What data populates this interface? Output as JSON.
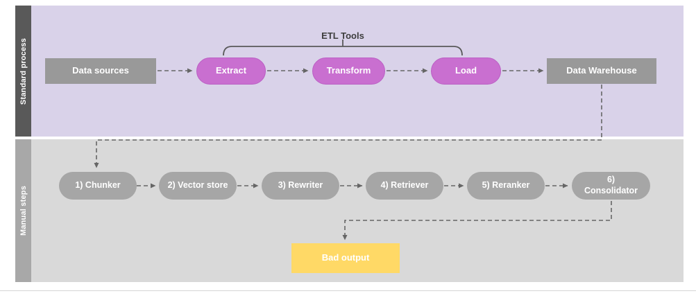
{
  "diagram": {
    "lanes": [
      {
        "label": "Standard process"
      },
      {
        "label": "Manual steps"
      }
    ],
    "etl_bracket_label": "ETL Tools",
    "standard_nodes": [
      {
        "label": "Data sources",
        "shape": "rectangle",
        "color": "#999999"
      },
      {
        "label": "Extract",
        "shape": "pill",
        "color": "#c96fd0"
      },
      {
        "label": "Transform",
        "shape": "pill",
        "color": "#c96fd0"
      },
      {
        "label": "Load",
        "shape": "pill",
        "color": "#c96fd0"
      },
      {
        "label": "Data Warehouse",
        "shape": "rectangle",
        "color": "#999999"
      }
    ],
    "manual_nodes": [
      {
        "label": "1) Chunker"
      },
      {
        "label": "2) Vector store"
      },
      {
        "label": "3) Rewriter"
      },
      {
        "label": "4) Retriever"
      },
      {
        "label": "5) Reranker"
      },
      {
        "label": "6) Consolidator"
      }
    ],
    "output_node": {
      "label": "Bad output",
      "shape": "rectangle",
      "color": "#ffd966"
    },
    "colors": {
      "standard_lane_bg": "#d9d2e9",
      "standard_lane_bar": "#595959",
      "manual_lane_bg": "#d9d9d9",
      "manual_lane_bar": "#a8a8a8",
      "gray_node": "#999999",
      "purple_node": "#c96fd0",
      "manual_pill": "#a6a6a6",
      "output_yellow": "#ffd966",
      "connector": "#666666"
    }
  }
}
